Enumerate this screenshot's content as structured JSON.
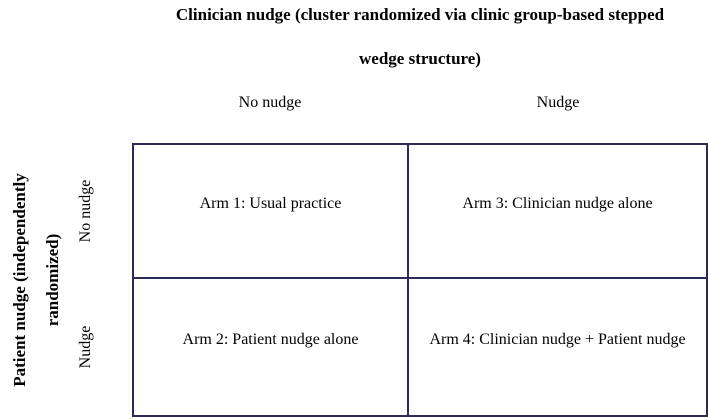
{
  "figure": {
    "top_axis": {
      "title_line1": "Clinician nudge (cluster randomized via clinic group-based stepped",
      "title_line2": "wedge structure)",
      "col_headers": [
        "No nudge",
        "Nudge"
      ]
    },
    "left_axis": {
      "title_line1": "Patient nudge (independently",
      "title_line2": "randomized)",
      "row_headers": [
        "No nudge",
        "Nudge"
      ]
    },
    "cells": {
      "arm1": "Arm 1: Usual practice",
      "arm2": "Arm 2: Patient nudge alone",
      "arm3": "Arm 3: Clinician nudge alone",
      "arm4": "Arm 4: Clinician nudge + Patient nudge"
    },
    "colors": {
      "border": "#2b2a59",
      "text": "#000000",
      "background": "#ffffff"
    }
  }
}
